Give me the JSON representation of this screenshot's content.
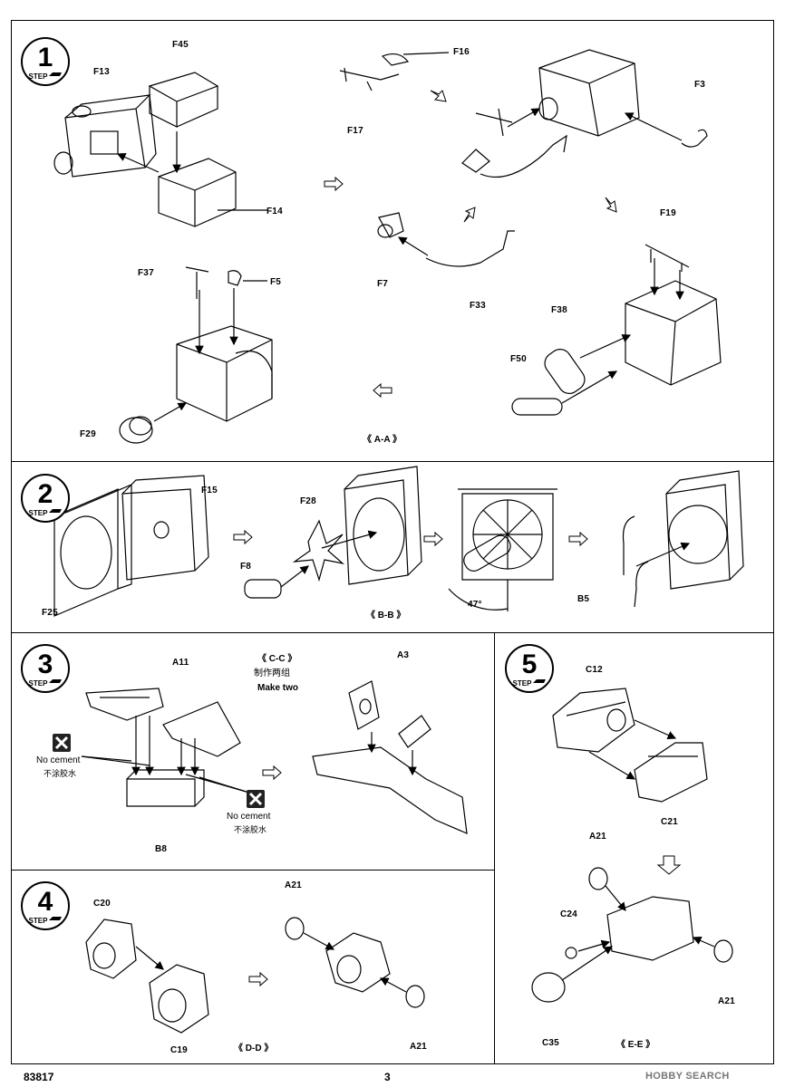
{
  "steps": [
    {
      "num": "1",
      "word": "STEP",
      "caption": "《 A-A 》",
      "parts": [
        "F13",
        "F45",
        "F14",
        "F37",
        "F5",
        "F29",
        "F17",
        "F16",
        "F7",
        "F33",
        "F3",
        "F19",
        "F38",
        "F50"
      ]
    },
    {
      "num": "2",
      "word": "STEP",
      "caption": "《 B-B 》",
      "parts": [
        "F15",
        "F25",
        "F28",
        "F8",
        "B5"
      ],
      "angle": "47°"
    },
    {
      "num": "3",
      "word": "STEP",
      "caption": "《 C-C 》",
      "subtitle_cn": "制作两组",
      "subtitle_en": "Make two",
      "parts": [
        "A11",
        "A3",
        "B8"
      ]
    },
    {
      "num": "4",
      "word": "STEP",
      "caption": "《 D-D 》",
      "parts": [
        "C20",
        "C19",
        "A21",
        "A21"
      ]
    },
    {
      "num": "5",
      "word": "STEP",
      "caption": "《 E-E 》",
      "parts": [
        "C12",
        "C21",
        "A21",
        "C24",
        "C35",
        "A21"
      ]
    }
  ],
  "notes": {
    "no_cement_en": "No cement",
    "no_cement_cn": "不涂胶水"
  },
  "footer": {
    "code": "83817",
    "page": "3",
    "watermark": "HOBBY SEARCH"
  }
}
